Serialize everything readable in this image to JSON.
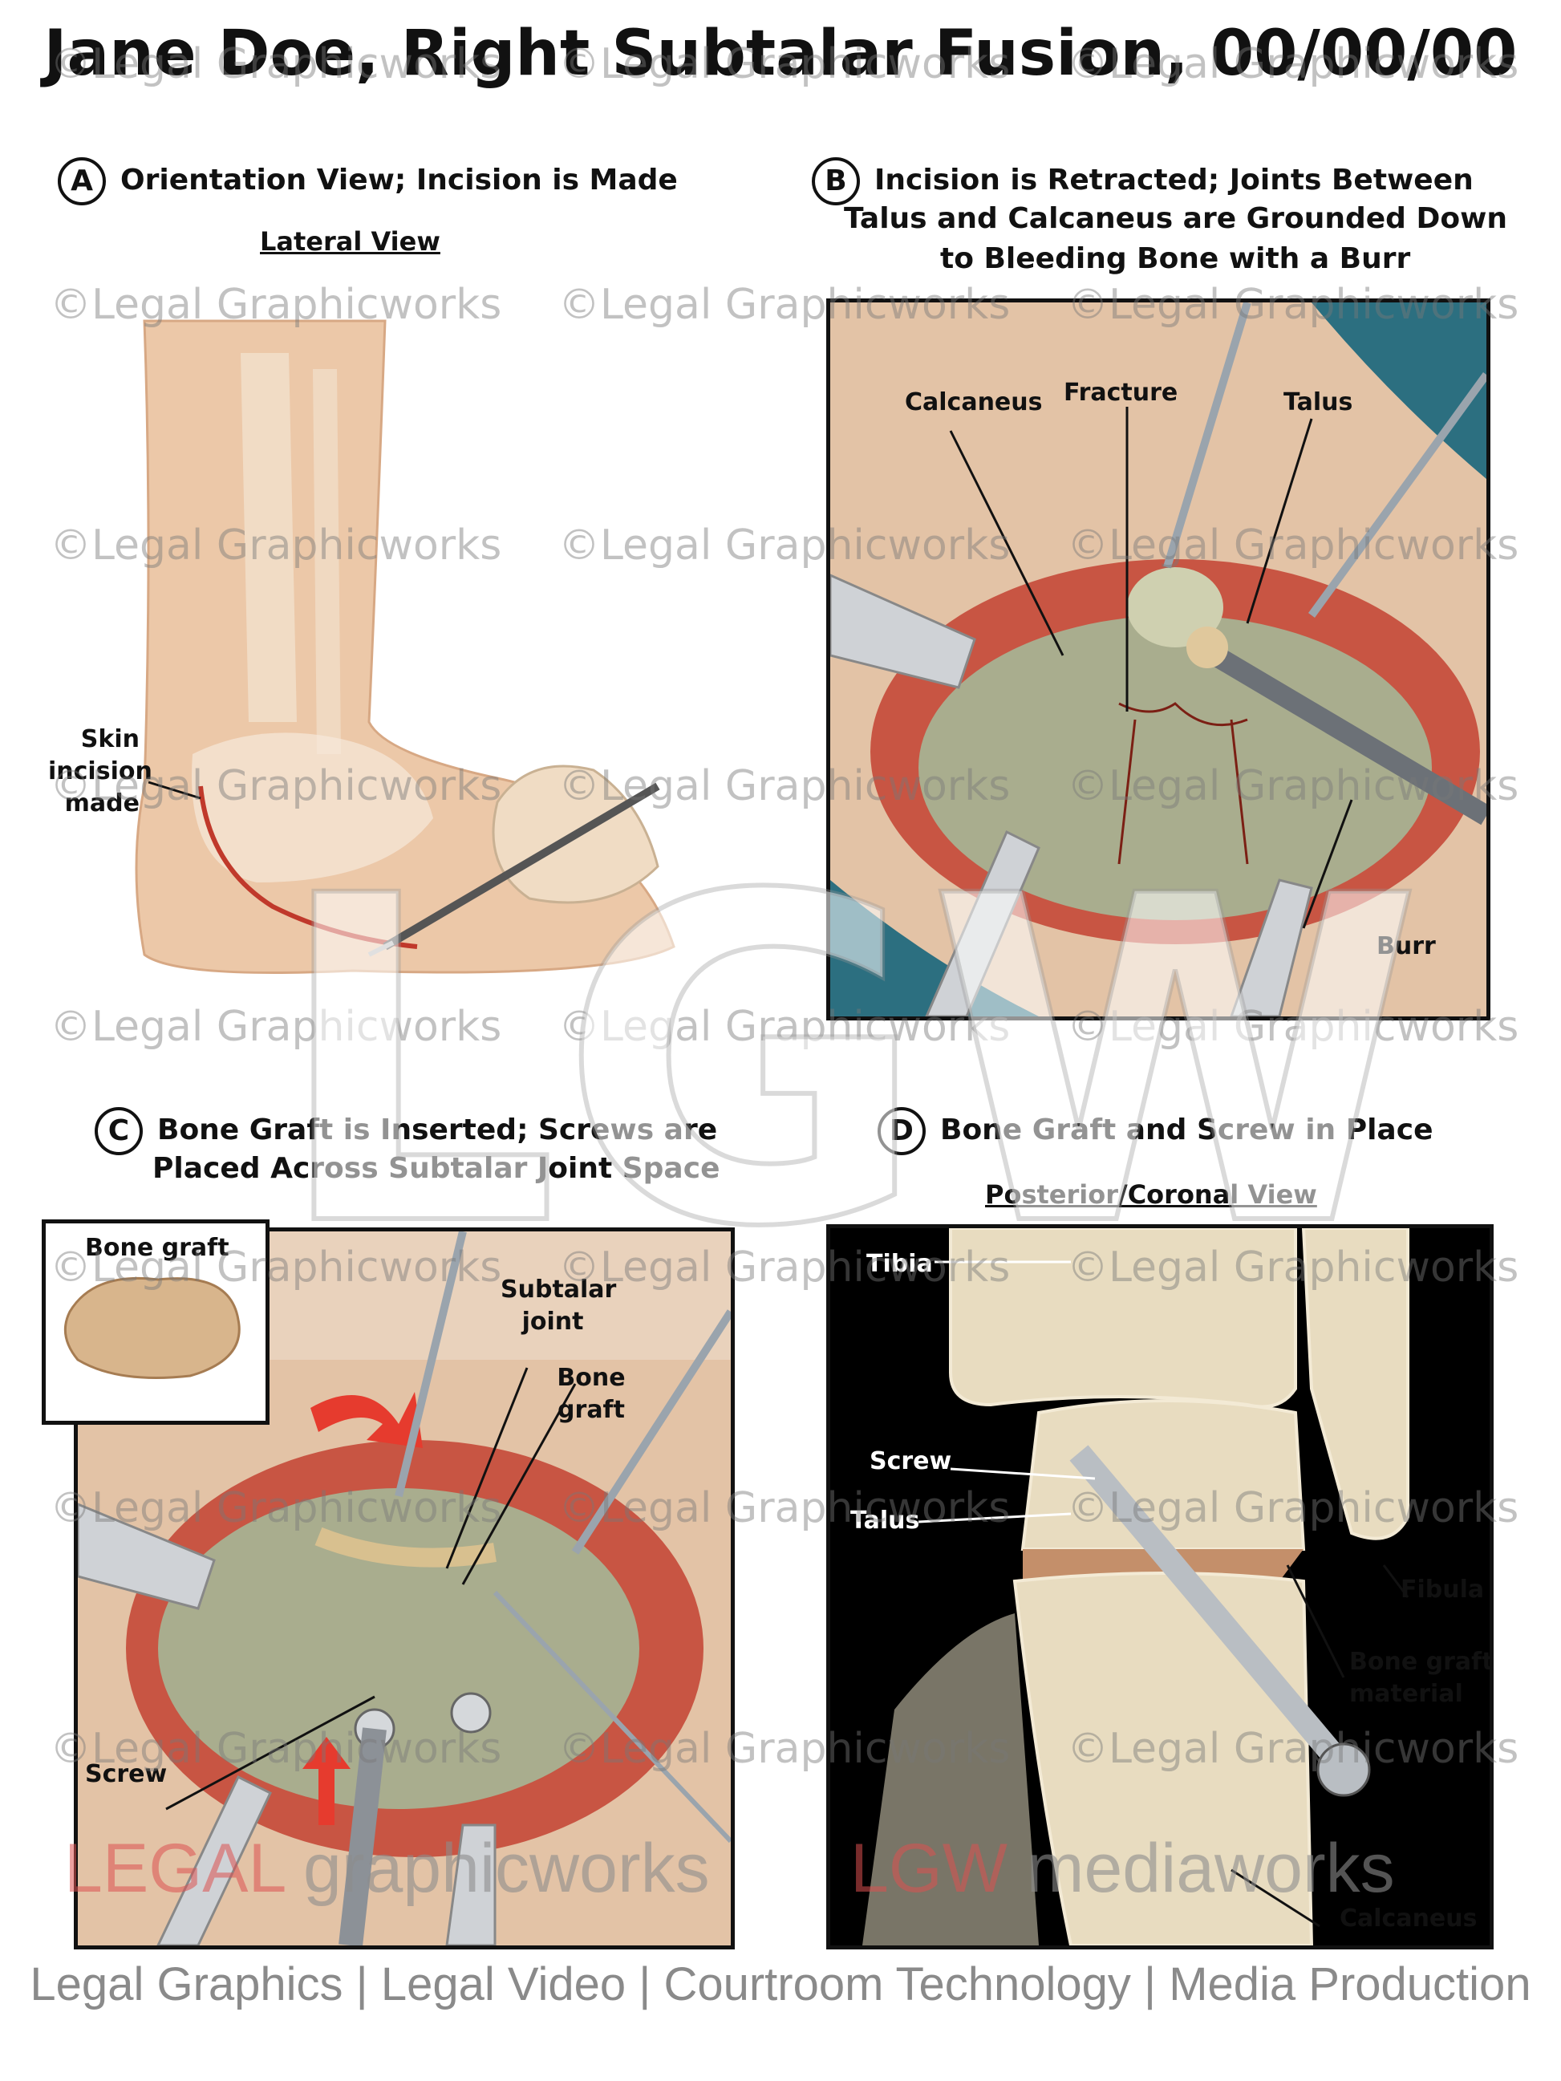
{
  "title": "Jane Doe, Right Subtalar Fusion, 00/00/00",
  "panels": {
    "a": {
      "letter": "A",
      "heading": "Orientation View; Incision is Made",
      "subheading": "Lateral View",
      "labels": {
        "skin_incision": [
          "Skin",
          "incision",
          "made"
        ]
      }
    },
    "b": {
      "letter": "B",
      "heading_lines": [
        "Incision is Retracted; Joints Between",
        "Talus and Calcaneus are Grounded Down",
        "to Bleeding Bone with a Burr"
      ],
      "labels": {
        "calcaneus": "Calcaneus",
        "fracture": "Fracture",
        "talus": "Talus",
        "burr": "Burr"
      }
    },
    "c": {
      "letter": "C",
      "heading_lines": [
        "Bone Graft is Inserted; Screws are",
        "Placed Across Subtalar Joint Space"
      ],
      "inset_label": "Bone graft",
      "labels": {
        "subtalar": [
          "Subtalar",
          "joint"
        ],
        "bone_graft": [
          "Bone",
          "graft"
        ],
        "screw": "Screw"
      }
    },
    "d": {
      "letter": "D",
      "heading": "Bone Graft and Screw in Place",
      "subheading": "Posterior/Coronal View",
      "labels": {
        "tibia": "Tibia",
        "screw": "Screw",
        "talus": "Talus",
        "fibula": "Fibula",
        "bone_graft": [
          "Bone graft",
          "material"
        ],
        "calcaneus": "Calcaneus"
      }
    }
  },
  "watermark": {
    "text": "©Legal Graphicworks",
    "big": "LGW",
    "brand_left_a": "LEGAL",
    "brand_left_b": " graphicworks",
    "brand_right_a": "LGW",
    "brand_right_b": " mediaworks"
  },
  "footer": "Legal Graphics | Legal Video | Courtroom Technology | Media Production",
  "colors": {
    "tissue_red": "#c0392b",
    "bone_beige": "#e8dcc0",
    "bone_grey": "#a9ad8e",
    "drape_teal": "#2c6f80",
    "skin": "#e9c4a5"
  }
}
